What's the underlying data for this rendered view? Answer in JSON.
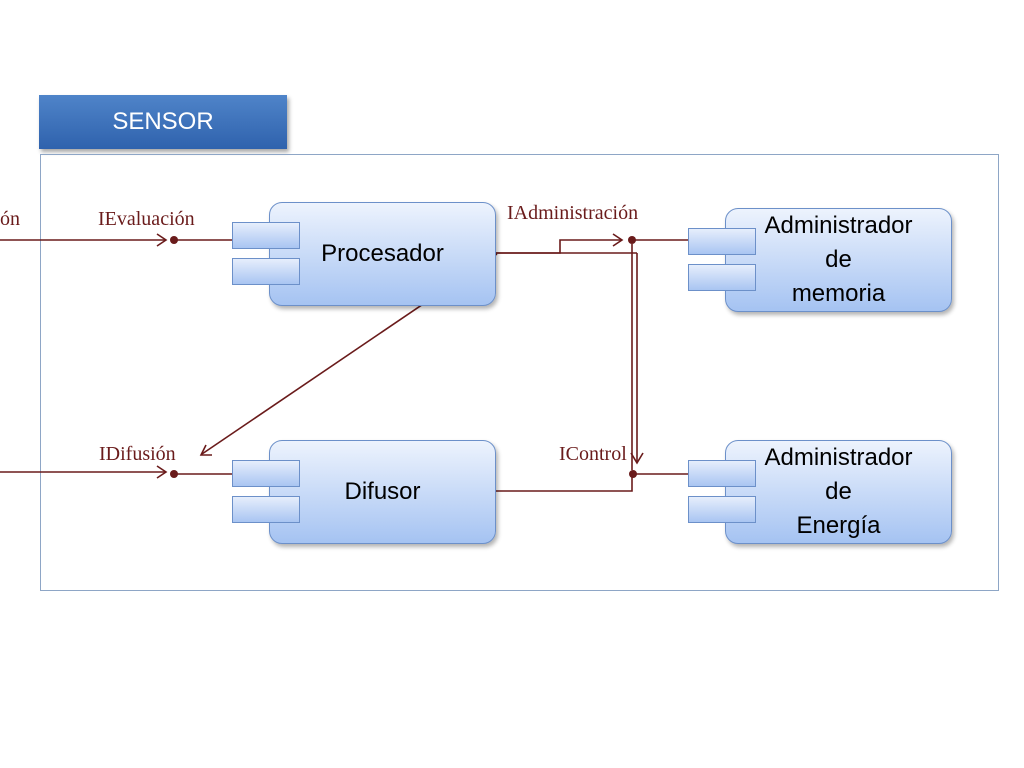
{
  "title": "SENSOR",
  "components": {
    "procesador": [
      "Procesador"
    ],
    "difusor": [
      "Difusor"
    ],
    "admin_memoria": [
      "Administrador",
      "de",
      "memoria"
    ],
    "admin_energia": [
      "Administrador",
      "de",
      "Energía"
    ]
  },
  "interfaces": {
    "cut_left": "ón",
    "evaluacion": "IEvaluación",
    "administracion": "IAdministración",
    "difusion": "IDifusión",
    "control": "IControl"
  },
  "colors": {
    "connector": "#6a1b1b",
    "title_bar": "#3a6fb8",
    "component_fill": "#c9dbf6",
    "frame_border": "#8ea6c6"
  }
}
